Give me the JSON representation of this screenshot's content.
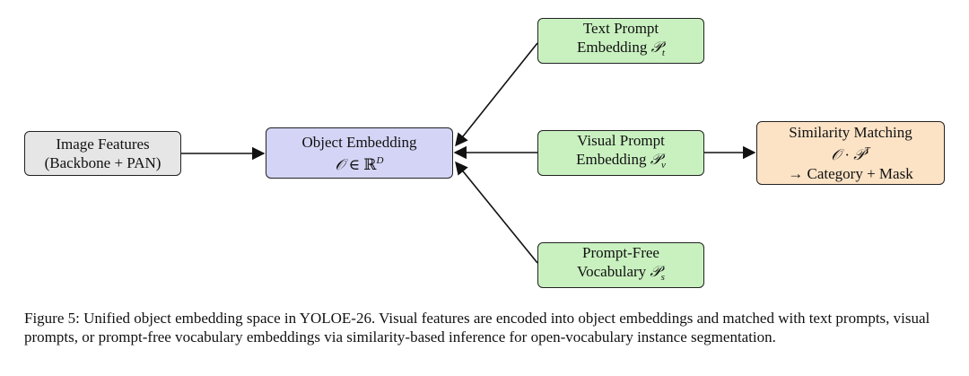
{
  "diagram": {
    "image_features": {
      "line1": "Image Features",
      "line2": "(Backbone + PAN)"
    },
    "object_embedding": {
      "title": "Object Embedding",
      "math_symbol": "𝒪",
      "math_relation": "∈",
      "math_space": "ℝ",
      "math_sup": "D"
    },
    "text_prompt": {
      "line1": "Text Prompt",
      "line2_word": "Embedding",
      "line2_symbol": "𝒫",
      "line2_sub": "t"
    },
    "visual_prompt": {
      "line1": "Visual Prompt",
      "line2_word": "Embedding",
      "line2_symbol": "𝒫",
      "line2_sub": "v"
    },
    "prompt_free": {
      "line1": "Prompt-Free",
      "line2_word": "Vocabulary",
      "line2_symbol": "𝒫",
      "line2_sub": "s"
    },
    "similarity": {
      "line1": "Similarity Matching",
      "math_left": "𝒪",
      "math_op": "·",
      "math_right": "𝒫",
      "math_sup": "T",
      "line3": "→ Category + Mask"
    },
    "colors": {
      "image_features_fill": "#e6e6e6",
      "object_embedding_fill": "#d4d4f6",
      "prompt_fill": "#c9f1c0",
      "similarity_fill": "#fce3c6",
      "stroke": "#222222"
    }
  },
  "caption": "Figure 5: Unified object embedding space in YOLOE-26. Visual features are encoded into object embeddings and matched with text prompts, visual prompts, or prompt-free vocabulary embeddings via similarity-based inference for open-vocabulary instance segmentation."
}
